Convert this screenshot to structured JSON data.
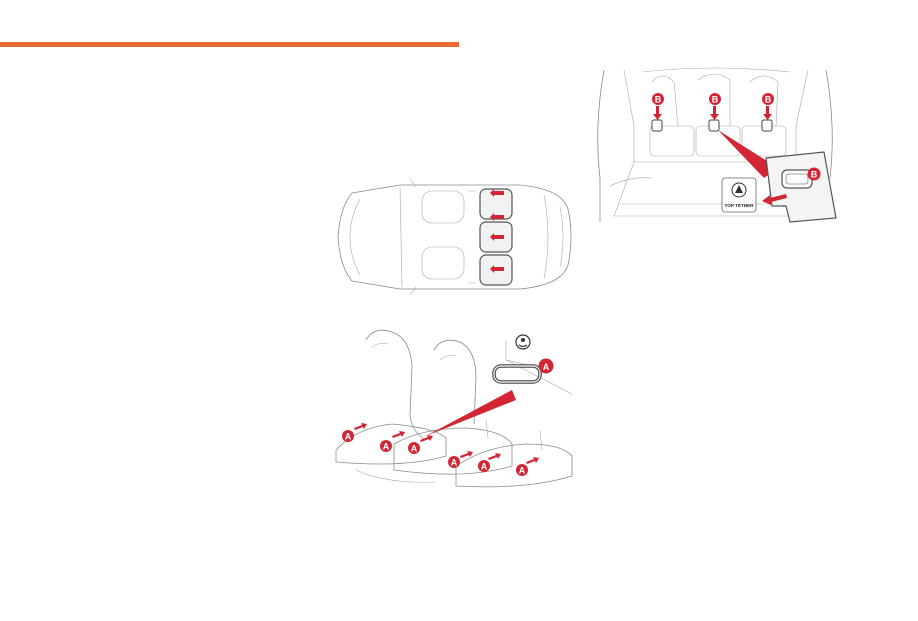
{
  "colors": {
    "accent": "#ee6a33",
    "marker": "#d32634",
    "line": "#8a8a8a"
  },
  "figures": {
    "car_top": {},
    "trunk": {
      "marker": "B",
      "tag": "TOP TETHER"
    },
    "rear_seats": {
      "marker": "A"
    }
  }
}
